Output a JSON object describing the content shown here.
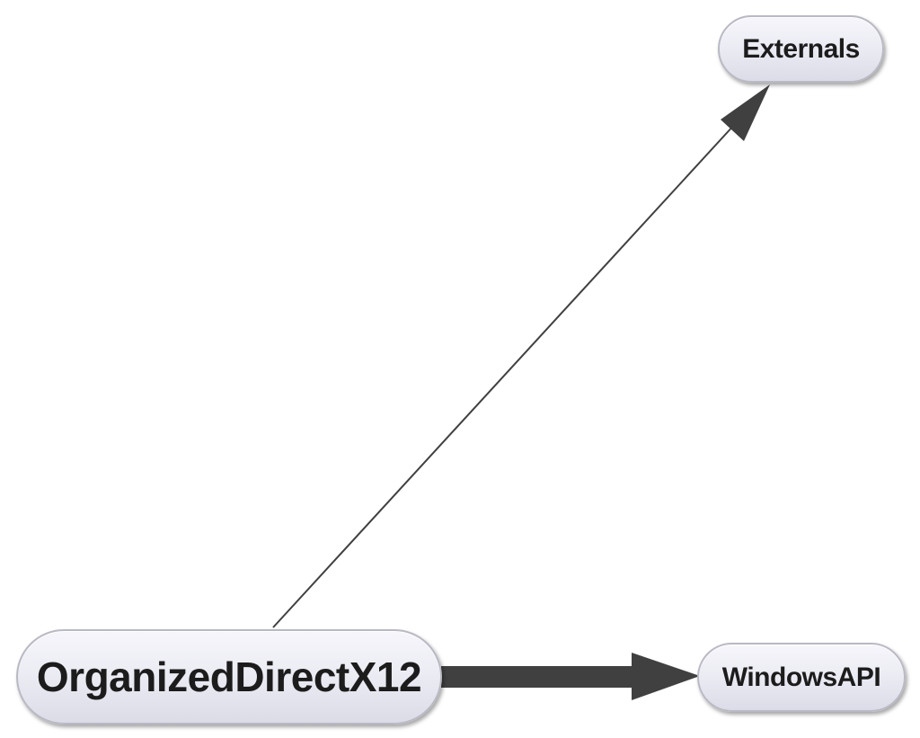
{
  "diagram": {
    "nodes": {
      "main": {
        "label": "OrganizedDirectX12"
      },
      "externals": {
        "label": "Externals"
      },
      "windows_api": {
        "label": "WindowsAPI"
      }
    },
    "edges": [
      {
        "from": "OrganizedDirectX12",
        "to": "Externals",
        "weight": "thin"
      },
      {
        "from": "OrganizedDirectX12",
        "to": "WindowsAPI",
        "weight": "thick"
      }
    ],
    "colors": {
      "edge": "#404040",
      "node_border": "#b9b9c4",
      "node_fill": "#ececf4",
      "text": "#1c1c1c"
    }
  }
}
